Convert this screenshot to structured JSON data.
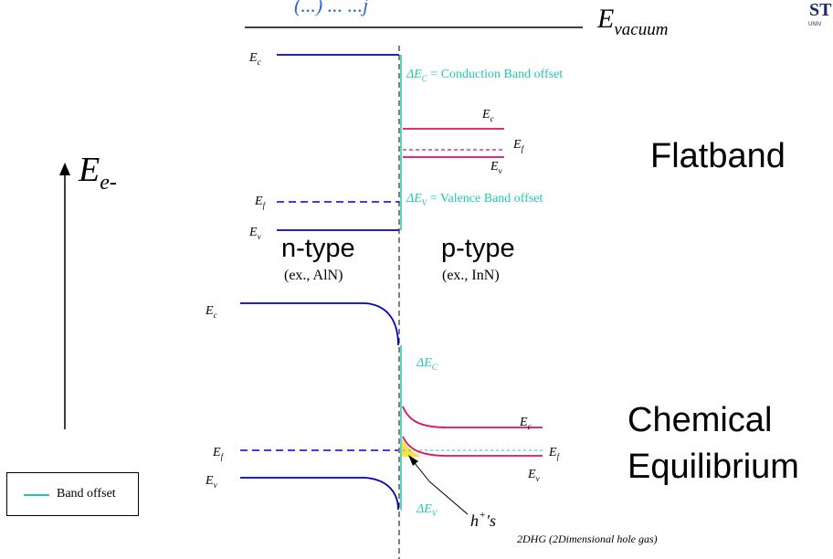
{
  "header": {
    "title_fragment": "(...) ... ...j",
    "logo_text": "ST",
    "logo_sub": "UNIV"
  },
  "energy_axis": {
    "label": "E",
    "subscript": "e-"
  },
  "vacuum": {
    "label": "E",
    "subscript": "vacuum"
  },
  "flatband": {
    "title": "Flatband",
    "n_side": {
      "ec": "c",
      "ef": "f",
      "ev": "v"
    },
    "p_side": {
      "ec": "c",
      "ef": "f",
      "ev": "v"
    },
    "conduction_offset": {
      "symbol": "ΔE",
      "sub": "C",
      "text": " = Conduction Band offset"
    },
    "valence_offset": {
      "symbol": "ΔE",
      "sub": "V",
      "text": " = Valence Band offset"
    },
    "n_type": {
      "label": "n-type",
      "example": "(ex., AlN)"
    },
    "p_type": {
      "label": "p-type",
      "example": "(ex., InN)"
    }
  },
  "equilibrium": {
    "title_line1": "Chemical",
    "title_line2": "Equilibrium",
    "delta_ec": {
      "symbol": "ΔE",
      "sub": "C"
    },
    "delta_ev": {
      "symbol": "ΔE",
      "sub": "V"
    },
    "holes": {
      "base": "h",
      "sup": "+",
      "suffix": "'s"
    },
    "note": "2DHG (2Dimensional hole gas)"
  },
  "legend": {
    "label": "Band offset"
  },
  "colors": {
    "n_band": "#0000cc",
    "p_band": "#dd1166",
    "offset": "#20c8b0",
    "hole_gas": "#ffe040"
  }
}
